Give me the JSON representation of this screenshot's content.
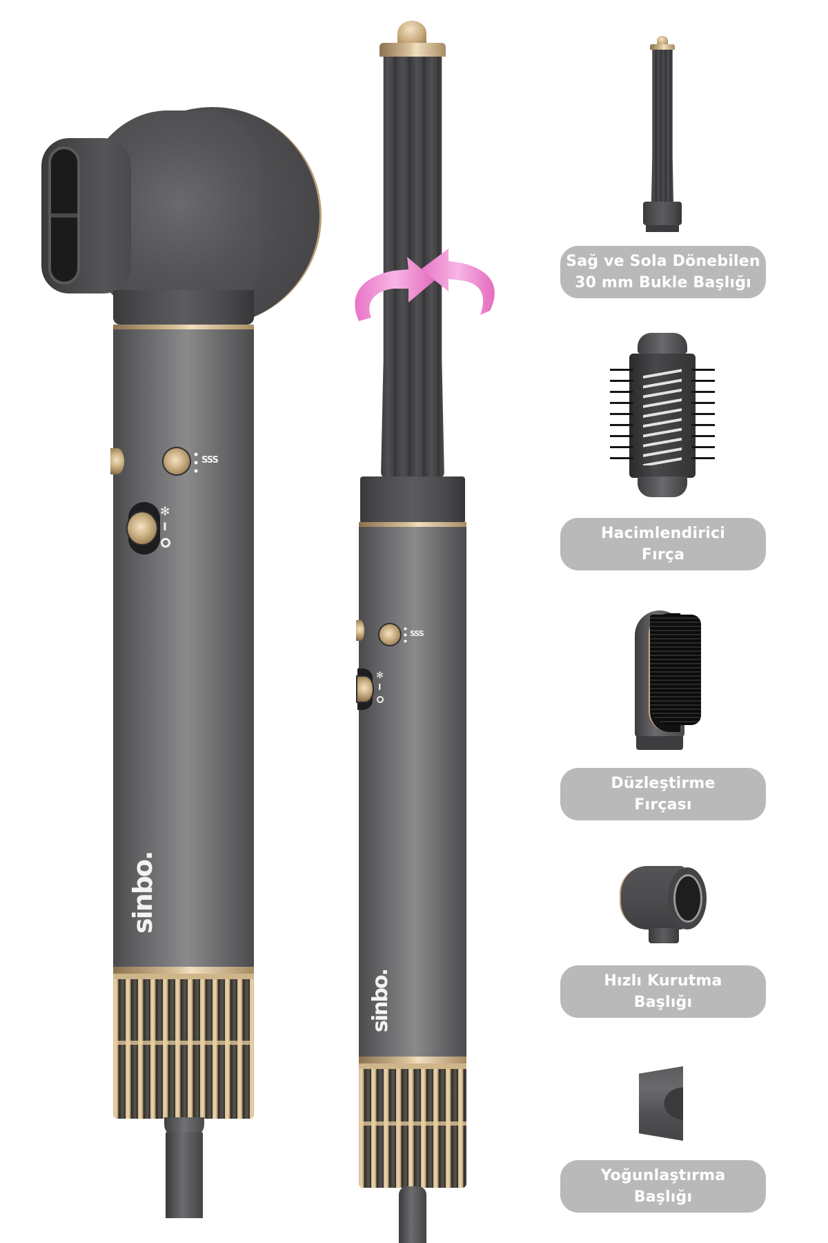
{
  "brand": {
    "logo_text": "sinbo."
  },
  "product": {
    "main_units": [
      {
        "id": "hair-dryer",
        "attachment": "narrow-flat-nozzle"
      },
      {
        "id": "hot-air-styler",
        "attachment": "30mm-curling-barrel"
      }
    ],
    "controls": {
      "heat_symbol": "SSS",
      "cool_symbol": "✻",
      "on_symbol": "I",
      "off_symbol": "O"
    },
    "rotation_indicator": {
      "icon": "rotate-arrows-icon",
      "color": "#f08fd8"
    }
  },
  "accessories": [
    {
      "icon": "curling-barrel-icon",
      "label_line1": "Sağ ve Sola Dönebilen",
      "label_line2": "30 mm Bukle Başlığı"
    },
    {
      "icon": "round-volume-brush-icon",
      "label_line1": "Hacimlendirici",
      "label_line2": "Fırça"
    },
    {
      "icon": "straightening-brush-icon",
      "label_line1": "Düzleştirme",
      "label_line2": "Fırçası"
    },
    {
      "icon": "fast-dry-nozzle-icon",
      "label_line1": "Hızlı Kurutma",
      "label_line2": "Başlığı"
    },
    {
      "icon": "concentrator-nozzle-icon",
      "label_line1": "Yoğunlaştırma",
      "label_line2": "Başlığı"
    }
  ],
  "colors": {
    "body": "#6e6e70",
    "gold": "#cdb286",
    "label_bg": "#b9b9b9",
    "label_text": "#ffffff",
    "arrow_pink": "#f08fd8"
  }
}
